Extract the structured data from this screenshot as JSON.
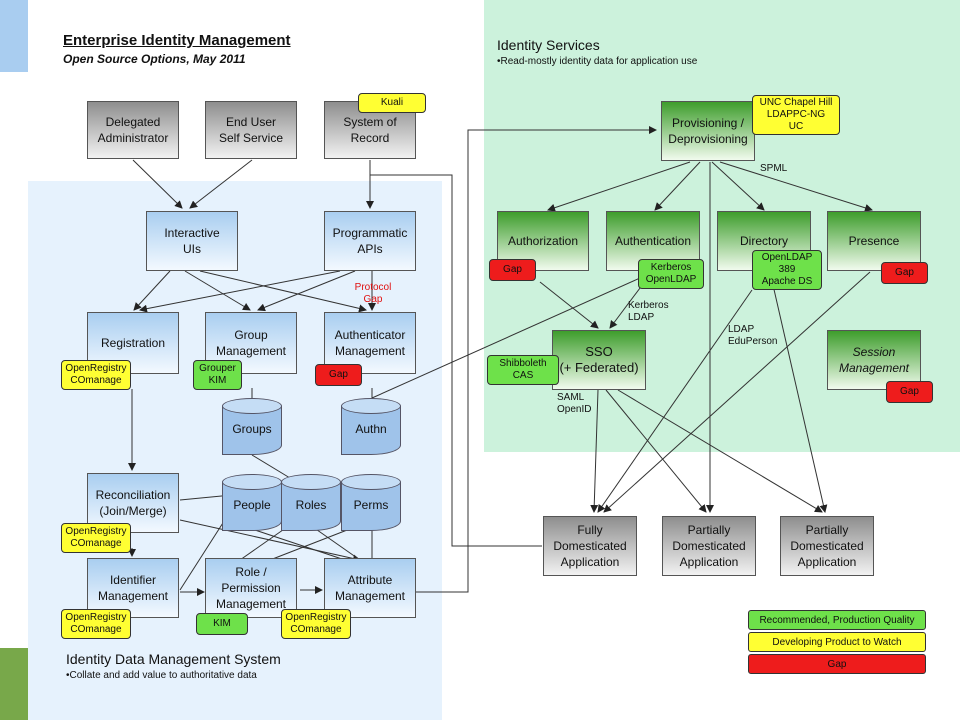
{
  "header": {
    "title": "Enterprise Identity Management",
    "subtitle": "Open Source Options, May 2011"
  },
  "identity_services": {
    "title": "Identity Services",
    "subtitle": "•Read-mostly identity data for application use"
  },
  "idms": {
    "title": "Identity Data Management System",
    "subtitle": "•Collate and add value to authoritative data"
  },
  "nodes": {
    "delegated_admin": "Delegated\nAdministrator",
    "end_user": "End User\nSelf Service",
    "system_of_record": "System of\nRecord",
    "interactive_uis": "Interactive\nUIs",
    "programmatic_apis": "Programmatic\nAPIs",
    "registration": "Registration",
    "group_mgmt": "Group\nManagement",
    "authenticator_mgmt": "Authenticator\nManagement",
    "reconciliation": "Reconciliation\n(Join/Merge)",
    "identifier_mgmt": "Identifier\nManagement",
    "role_perm_mgmt": "Role /\nPermission\nManagement",
    "attribute_mgmt": "Attribute\nManagement",
    "provisioning": "Provisioning /\nDeprovisioning",
    "authorization": "Authorization",
    "authentication": "Authentication",
    "directory": "Directory",
    "presence": "Presence",
    "sso": "SSO\n(+ Federated)",
    "session_mgmt": "Session\nManagement",
    "fully_domesticated": "Fully\nDomesticated\nApplication",
    "partially_domesticated_1": "Partially\nDomesticated\nApplication",
    "partially_domesticated_2": "Partially\nDomesticated\nApplication"
  },
  "stores": {
    "groups": "Groups",
    "authn": "Authn",
    "people": "People",
    "roles": "Roles",
    "perms": "Perms"
  },
  "tags": {
    "kuali": "Kuali",
    "unc": "UNC Chapel Hill\nLDAPPC-NG\nUC",
    "openregistry_registration": "OpenRegistry\nCOmanage",
    "grouper": "Grouper\nKIM",
    "gap_authenticator": "Gap",
    "openregistry_reconciliation": "OpenRegistry\nCOmanage",
    "openregistry_identifier": "OpenRegistry\nCOmanage",
    "kim": "KIM",
    "openregistry_role": "OpenRegistry\nCOmanage",
    "gap_authorization": "Gap",
    "kerberos_openldap": "Kerberos\nOpenLDAP",
    "openldap_389": "OpenLDAP\n389\nApache DS",
    "gap_presence": "Gap",
    "shibboleth": "Shibboleth\nCAS",
    "gap_session": "Gap"
  },
  "labels": {
    "protocol_gap": "Protocol\nGap",
    "spml": "SPML",
    "kerberos_ldap": "Kerberos\nLDAP",
    "ldap_eduperson": "LDAP\nEduPerson",
    "saml_openid": "SAML\nOpenID"
  },
  "legend": {
    "recommended": "Recommended, Production Quality",
    "developing": "Developing Product to Watch",
    "gap": "Gap"
  },
  "colors": {
    "gray_box": "#8e8e8e",
    "blue_box": "#a9cef0",
    "green_box": "#3e9d2c",
    "tag_yellow": "#ffff33",
    "tag_green": "#6ee14a",
    "tag_red": "#ee1c1c",
    "identity_services_bg": "#ccf2dc",
    "idms_bg": "#e6f2fd"
  }
}
